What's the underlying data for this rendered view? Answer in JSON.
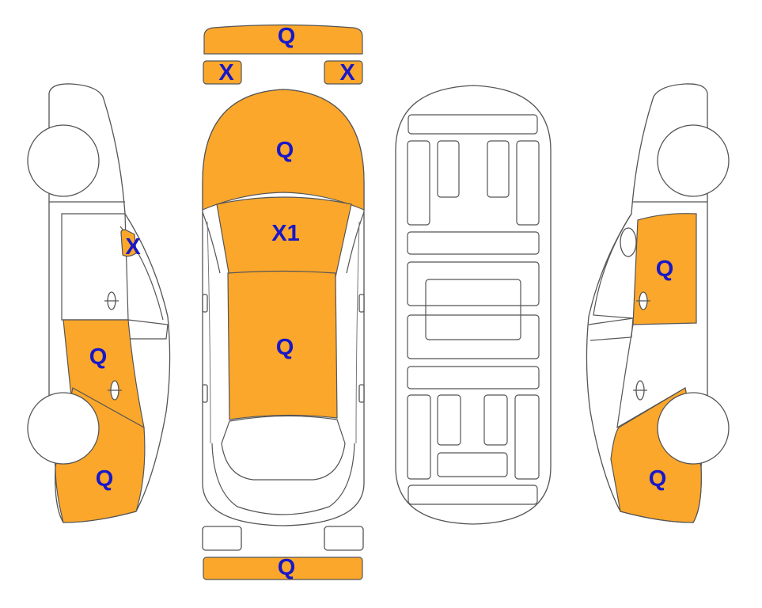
{
  "colors": {
    "damage_fill": "#FBA72B",
    "label": "#1818C8",
    "outline": "#555555",
    "background": "#FFFFFF"
  },
  "marks": {
    "front_bumper": "Q",
    "left_headlamp": "X",
    "right_headlamp": "X",
    "hood": "Q",
    "windshield": "X1",
    "roof": "Q",
    "rear_bumper": "Q",
    "left_mirror": "X",
    "left_rear_door": "Q",
    "left_rear_quarter": "Q",
    "right_front_door": "Q",
    "right_rear_quarter": "Q"
  }
}
